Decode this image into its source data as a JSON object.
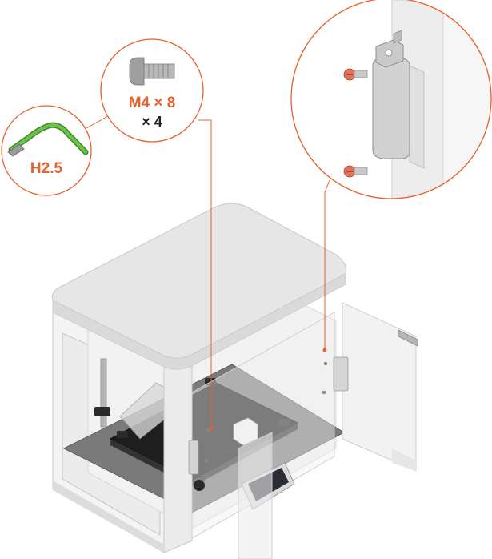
{
  "callouts": {
    "hex_key": {
      "label": "H2.5",
      "icon": "hex-key-icon"
    },
    "screw": {
      "label": "M4 × 8",
      "quantity": "× 4",
      "icon": "screw-icon"
    },
    "hinge_detail": {
      "icon": "hinge-icon"
    }
  },
  "colors": {
    "accent": "#e8602c",
    "hex_key": "#5aa83c",
    "frame": "#e6e6e6",
    "outline": "#c9c9c9",
    "glass": "#efefef",
    "bed": "#1e1e1e"
  }
}
